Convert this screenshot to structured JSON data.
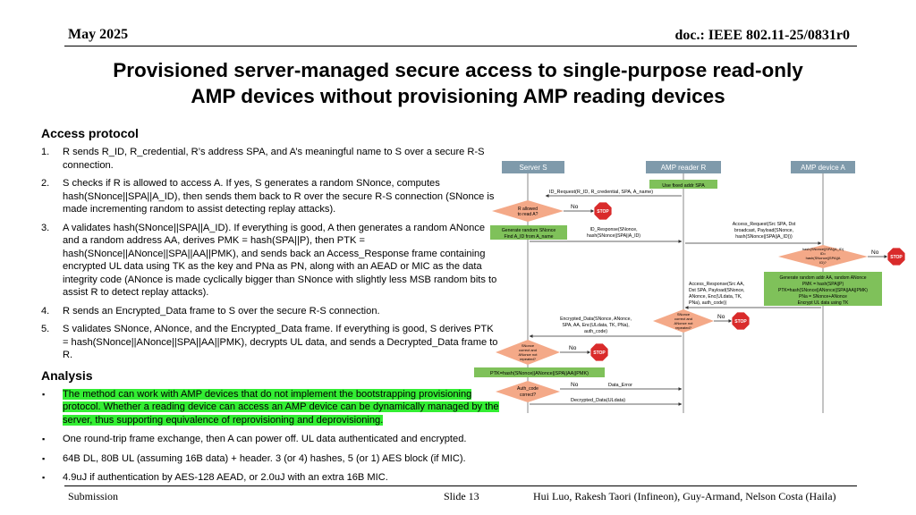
{
  "header": {
    "date": "May 2025",
    "doc_id": "doc.: IEEE 802.11-25/0831r0"
  },
  "title": {
    "line1": "Provisioned server-managed secure access to single-purpose read-only",
    "line2": "AMP devices without provisioning AMP reading devices"
  },
  "access_protocol": {
    "heading": "Access protocol",
    "steps": [
      {
        "num": "1.",
        "text": "R sends R_ID, R_credential, R’s address SPA, and A’s meaningful name to S over a secure R-S connection."
      },
      {
        "num": "2.",
        "text": "S checks if R is allowed to access A. If yes, S generates a random SNonce, computes hash(SNonce||SPA||A_ID), then sends them back to R over the secure R-S connection (SNonce is made incrementing random to assist detecting replay attacks)."
      },
      {
        "num": "3.",
        "text": "A validates hash(SNonce||SPA||A_ID). If everything is good, A then generates a random ANonce and a random address AA, derives PMK = hash(SPA||P), then PTK = hash(SNonce||ANonce||SPA||AA||PMK), and sends back an Access_Response frame containing encrypted UL data using TK as the key and PNa as PN, along with an AEAD or MIC as the data integrity code (ANonce is made cyclically bigger than SNonce with slightly less MSB random bits to assist R to detect replay attacks)."
      },
      {
        "num": "4.",
        "text": "R sends an Encrypted_Data frame to S over the secure R-S connection."
      },
      {
        "num": "5.",
        "text": "S validates SNonce, ANonce, and the Encrypted_Data frame. If everything is good, S derives PTK = hash(SNonce||ANonce||SPA||AA||PMK), decrypts UL data, and sends a Decrypted_Data frame to R."
      }
    ]
  },
  "analysis": {
    "heading": "Analysis",
    "bullet_symbol": "▪",
    "bullets": [
      "The method can work with AMP devices that do not implement the bootstrapping provisioning protocol. Whether a reading device can access an AMP device can be dynamically managed by the server, thus supporting equivalence of reprovisioning and deprovisioning.",
      "One round-trip frame exchange, then A can power off. UL data authenticated and encrypted.",
      "64B DL, 80B UL (assuming 16B data) + header. 3 (or 4) hashes, 5 (or 1) AES block (if MIC).",
      "4.9uJ if authentication by AES-128 AEAD, or 2.0uJ with an extra 16B MIC."
    ]
  },
  "diagram": {
    "lanes": {
      "server": "Server S",
      "reader": "AMP reader R",
      "device": "AMP device A"
    },
    "use_fixed_addr": "Use fixed addr SPA",
    "id_request": "ID_Request(R_ID, R_credential, SPA, A_name)",
    "r_allowed": [
      "R allowed",
      "to read A?"
    ],
    "no": "No",
    "stop": "STOP",
    "generate_snonce": [
      "Generate random SNonce",
      "Find A_ID from A_name"
    ],
    "id_response": [
      "ID_Response(SNonce,",
      "hash(SNonce||SPA||A_ID)"
    ],
    "access_request": [
      "Access_Request(Src SPA, Dst",
      "broadcast, Payload(SNonce,",
      "hash(SNonce||SPA||A_ID)))"
    ],
    "hash_check": [
      "hash(SNonce||SPA||A_ID)",
      "ID=",
      "hash(SNonce||SPA||A",
      "ID)?"
    ],
    "generate_anonce": [
      "Generate random addr AA, random ANonce",
      "PMK = hash(SPA||P)",
      "PTK=hash(SNonce||ANonce||SPA||AA||PMK)",
      "PNa = SNonce+ANonce",
      "Encrypt UL data using TK"
    ],
    "access_response": [
      "Access_Response(Src AA,",
      "Dst SPA, Payload(SNonce,",
      "ANonce, Enc(ULdata, TK,",
      "PNa), auth_code))"
    ],
    "snonce_check_r": [
      "SNonce",
      "correct and",
      "ANonce not",
      "repeated?"
    ],
    "encrypted_data": [
      "Encrypted_Data(SNonce, ANonce,",
      "SPA, AA, Enc(ULdata, TK, PNa),",
      "auth_code)"
    ],
    "snonce_check_s": [
      "SNonce",
      "correct and",
      "ANonce not",
      "repeated?"
    ],
    "ptk_box": "PTK=hash(SNonce||ANonce||SPA||AA||PMK)",
    "auth_check": [
      "Auth_code",
      "correct?"
    ],
    "data_error": "Data_Error",
    "decrypted_data": "Decrypted_Data(ULdata)",
    "colors": {
      "lane_header": "#7f9aab",
      "green_box": "#7fc15a",
      "red_diamond": "#f4a988",
      "stop": "#d92b2b",
      "highlight": "#33ee33"
    }
  },
  "footer": {
    "left": "Submission",
    "middle": "Slide 13",
    "right": "Hui Luo, Rakesh Taori (Infineon), Guy-Armand, Nelson Costa (Haila)"
  }
}
